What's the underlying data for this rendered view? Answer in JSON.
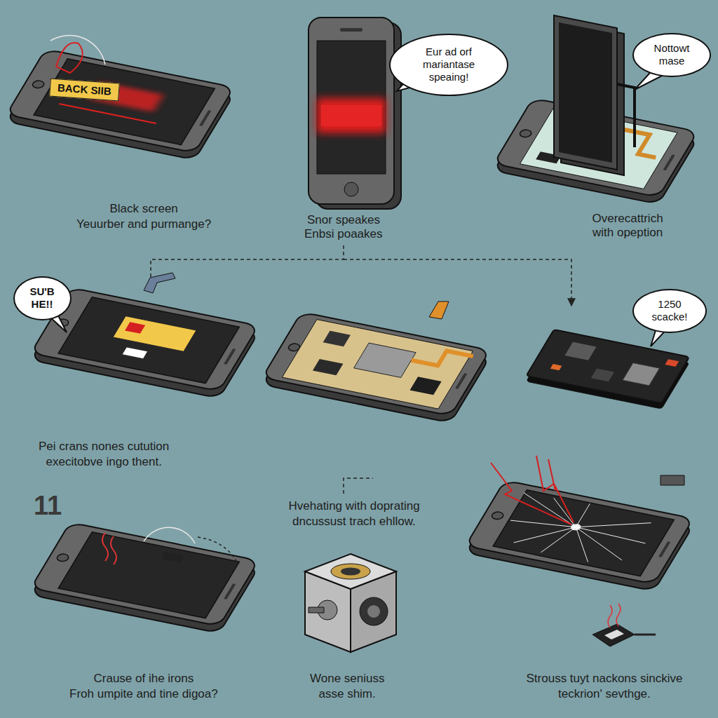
{
  "diagram": {
    "nodes": [
      {
        "text": [
          "BACK SIIB"
        ]
      },
      {
        "text": [
          "Eur ad orf mariantase speaing!"
        ]
      },
      {
        "text": [
          "Nottowt mase"
        ]
      },
      {
        "text": [
          "SU'B HE!!"
        ]
      },
      {
        "text": [
          "1250 scacke!"
        ]
      }
    ],
    "labels": [
      "Black screen",
      "Yeuurber and purmange?",
      "Snor speakes",
      "Enbsi poaakes",
      "Overecattrich",
      "with opeption",
      "Pei crans nones cutution",
      "execitobve ingo thent.",
      "11",
      "Hvehating with doprating",
      "dncussust trach ehllow.",
      "Crause of ihe irons",
      "Froh umpite and tine digoa?",
      "Wone seniuss",
      "asse shim.",
      "Strouss tuyt nackons sinckive",
      "teckrion' sevthge."
    ]
  }
}
